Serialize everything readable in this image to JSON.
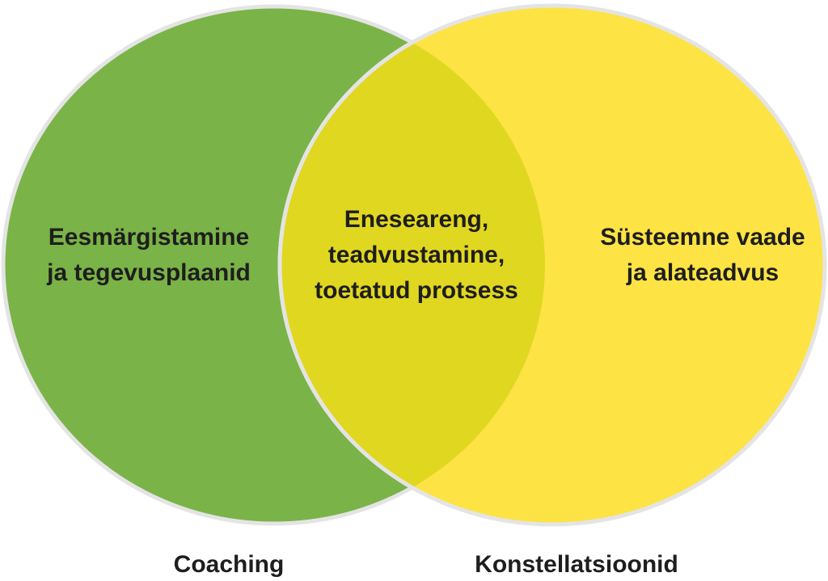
{
  "colors": {
    "left": "#7ab347",
    "right": "#fde344",
    "overlap": "#e0d721",
    "border": "#e4e4e4",
    "text": "#1e1e1e"
  },
  "sets": [
    {
      "label": "Coaching",
      "text_lines": [
        "Eesmärgistamine",
        "ja tegevusplaanid"
      ]
    },
    {
      "label": "Konstellatsioonid",
      "text_lines": [
        "Süsteemne vaade",
        "ja alateadvus"
      ]
    }
  ],
  "overlap": {
    "text_lines": [
      "Eneseareng,",
      "teadvustamine,",
      "toetatud protsess"
    ]
  }
}
